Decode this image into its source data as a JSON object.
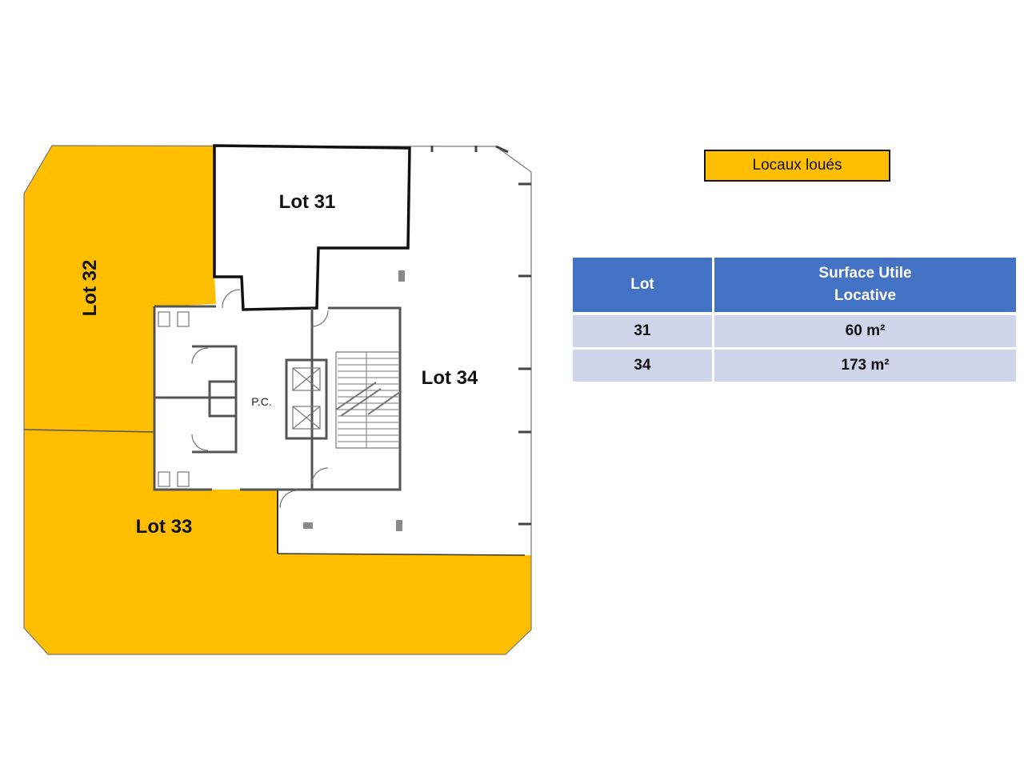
{
  "plan": {
    "lots": [
      {
        "label": "Lot 31",
        "rented": false
      },
      {
        "label": "Lot 32",
        "rented": true
      },
      {
        "label": "Lot 33",
        "rented": true
      },
      {
        "label": "Lot 34",
        "rented": false
      }
    ],
    "pc_label": "P.C."
  },
  "legend": {
    "label": "Locaux loués",
    "color": "#ffbf00"
  },
  "table": {
    "header": {
      "lot": "Lot",
      "surface_line1": "Surface Utile",
      "surface_line2": "Locative"
    },
    "rows": [
      {
        "lot": "31",
        "surface": "60 m²"
      },
      {
        "lot": "34",
        "surface": "173 m²"
      }
    ],
    "colors": {
      "header": "#4472c4",
      "row": "#cfd5ea"
    }
  }
}
